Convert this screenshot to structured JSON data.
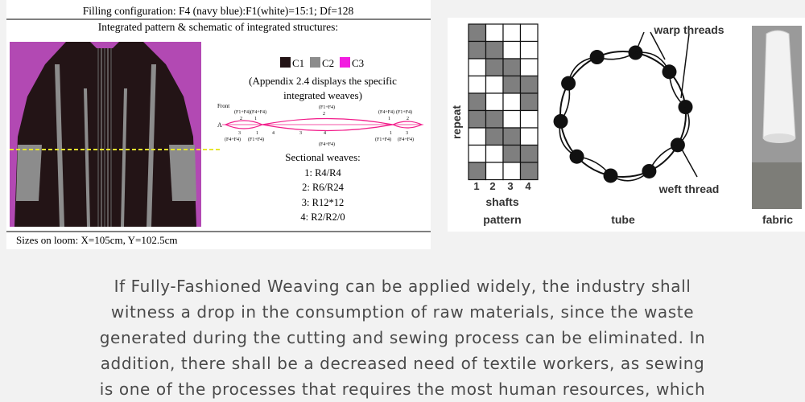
{
  "left_figure": {
    "header_line_1": "Filling configuration: F4 (navy blue):F1(white)=15:1; Df=128",
    "header_line_2": "Integrated pattern & schematic of integrated structures:",
    "legend": {
      "c1": {
        "label": "C1",
        "color": "#231416"
      },
      "c2": {
        "label": "C2",
        "color": "#8c8c8c"
      },
      "c3": {
        "label": "C3",
        "color": "#f21ce0"
      }
    },
    "appendix_note_line_1": "(Appendix 2.4 displays the specific",
    "appendix_note_line_2": "integrated weaves)",
    "schematic": {
      "front_label": "Front",
      "side_label": "A",
      "top_labels": [
        "(F1+F4)",
        "(F4+F4)",
        "(F1+F4)",
        "(F4+F4)",
        "(F1+F4)"
      ],
      "top_numbers": [
        "2",
        "1",
        "2",
        "1",
        "2"
      ],
      "bottom_labels": [
        "(F4+F4)",
        "(F1+F4)",
        "(F4+F4)",
        "(F1+F4)",
        "(F4+F4)"
      ],
      "bottom_numbers": [
        "3",
        "1",
        "4",
        "3",
        "4",
        "1",
        "3"
      ]
    },
    "sectional_title": "Sectional weaves:",
    "sectional_items": [
      "1: R4/R4",
      "2: R6/R24",
      "3: R12*12",
      "4: R2/R2/0"
    ],
    "sizes_note": "Sizes on loom: X=105cm, Y=102.5cm",
    "garment_background_color": "#b249b3",
    "guide_line_color": "#e6e62e"
  },
  "right_figure": {
    "repeat_label": "repeat",
    "shafts_numbers": [
      "1",
      "2",
      "3",
      "4"
    ],
    "shafts_label": "shafts",
    "pattern_label": "pattern",
    "warp_label": "warp threads",
    "weft_label": "weft thread",
    "tube_label": "tube",
    "fabric_label": "fabric",
    "grid": [
      [
        1,
        0,
        0,
        0
      ],
      [
        1,
        1,
        0,
        0
      ],
      [
        0,
        1,
        1,
        0
      ],
      [
        0,
        0,
        1,
        1
      ],
      [
        1,
        0,
        0,
        1
      ],
      [
        1,
        1,
        0,
        0
      ],
      [
        0,
        1,
        1,
        0
      ],
      [
        0,
        0,
        1,
        1
      ],
      [
        1,
        0,
        0,
        1
      ]
    ],
    "grid_fill_color": "#7f7f7f"
  },
  "caption": {
    "lines": [
      "If Fully-Fashioned Weaving can be applied widely, the industry shall",
      "witness a drop in the consumption of raw materials, since the waste",
      "generated during the cutting and sewing process can be eliminated. In",
      "addition, there shall be a decreased need of textile workers, as sewing",
      "is one of the processes that requires the most human resources, which"
    ]
  }
}
